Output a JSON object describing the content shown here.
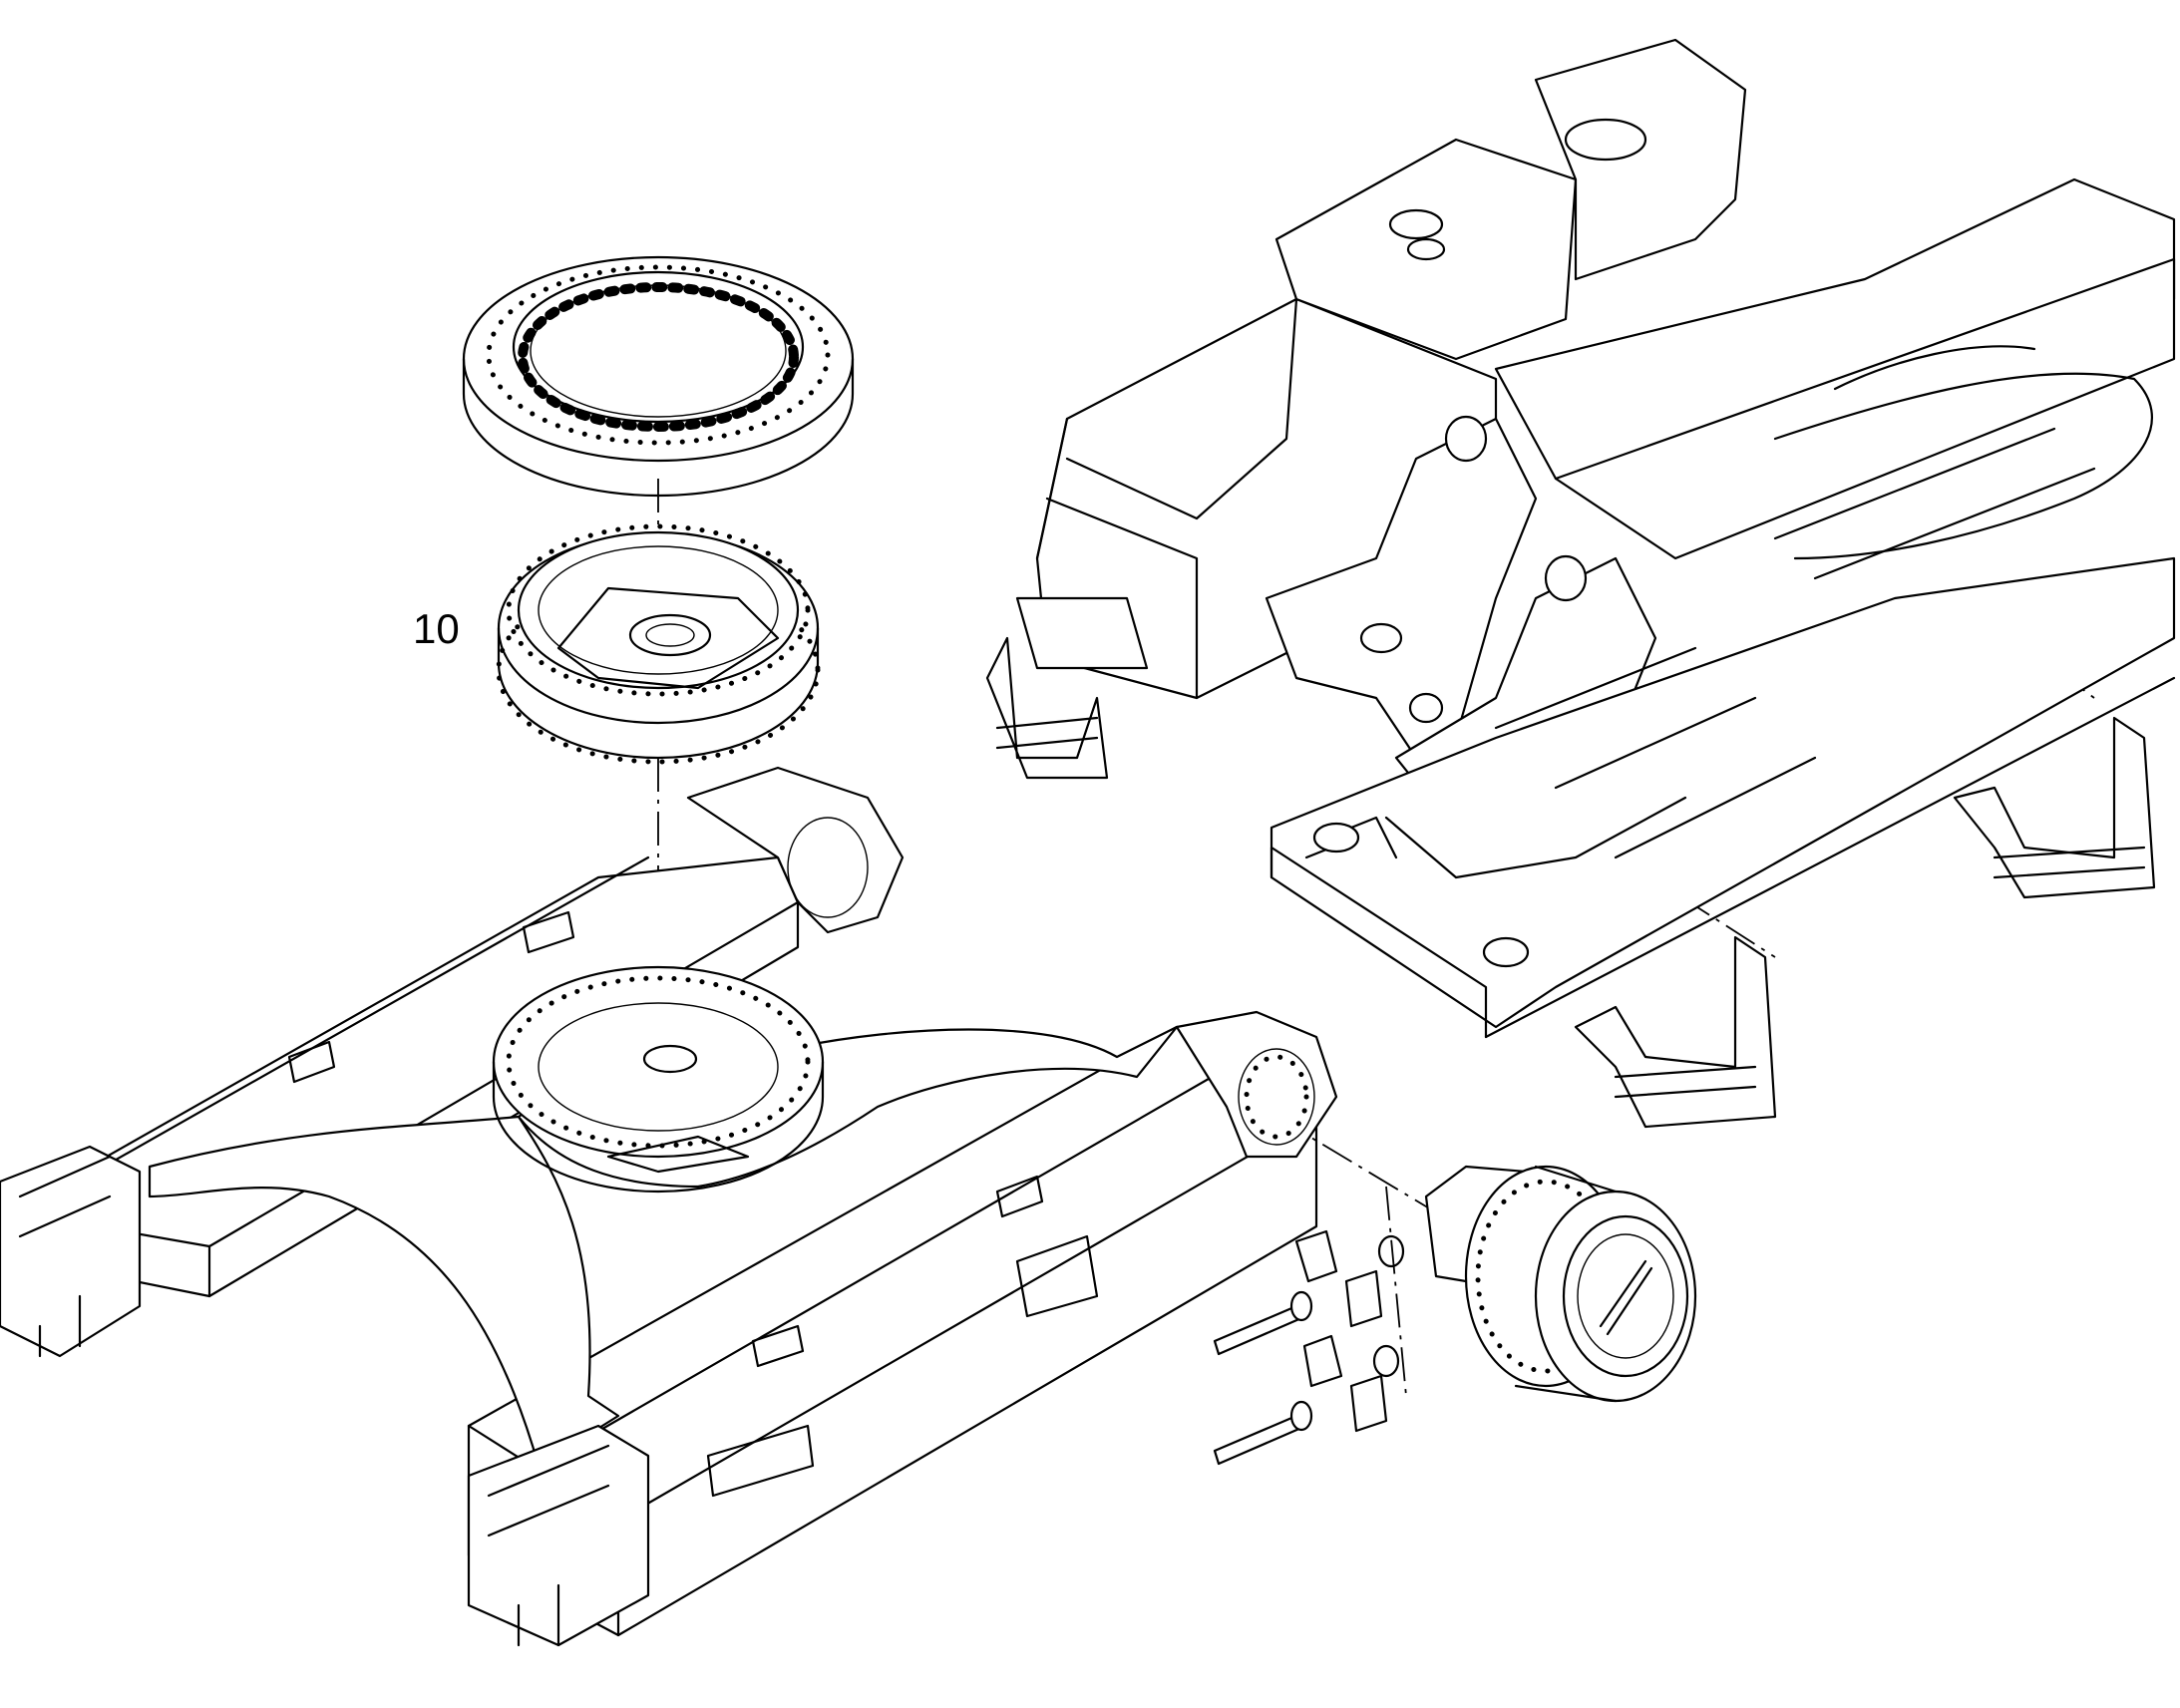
{
  "callouts": [
    {
      "id": "slewing-ring-bearing",
      "label": "10"
    }
  ],
  "parts": {
    "gear_ring": "slewing-gear-ring",
    "bearing": "slewing-bearing",
    "undercarriage": "undercarriage-frame",
    "upper_frame": "upper-frame",
    "travel_drive": "travel-drive-motor",
    "fasteners": "bolts-and-clamps"
  }
}
